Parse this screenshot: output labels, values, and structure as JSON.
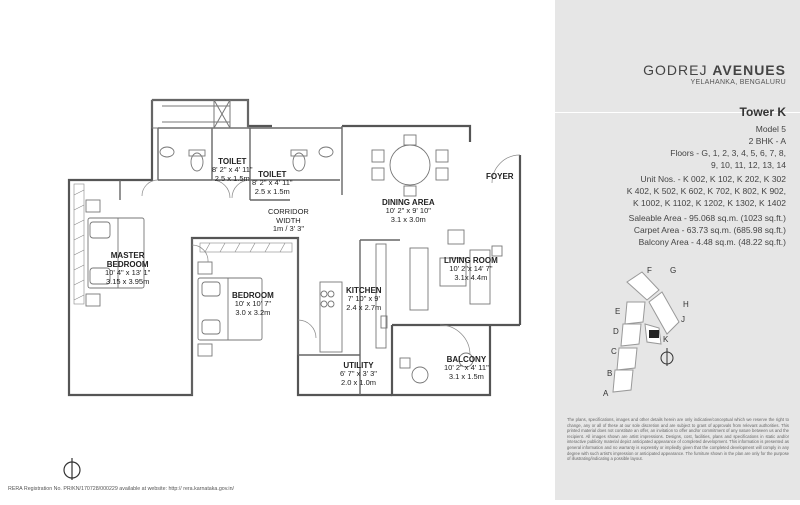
{
  "brand": {
    "name_light": "GODREJ ",
    "name_bold": "AVENUES",
    "location": "YELAHANKA, BENGALURU"
  },
  "tower": "Tower K",
  "model": "Model 5",
  "bhk": "2 BHK - A",
  "floors": [
    "Floors - G, 1, 2, 3, 4, 5, 6, 7, 8,",
    "9, 10, 11, 12, 13, 14"
  ],
  "units": [
    "Unit Nos. - K 002, K 102, K 202, K 302",
    "K 402, K 502, K 602, K 702, K 802, K 902,",
    "K 1002, K 1102, K 1202, K 1302, K 1402"
  ],
  "areas": [
    "Saleable Area - 95.068 sq.m. (1023 sq.ft.)",
    "Carpet Area - 63.73 sq.m. (685.98 sq.ft.)",
    "Balcony Area - 4.48 sq.m. (48.22 sq.ft.)"
  ],
  "rooms": {
    "toilet1": {
      "name": "TOILET",
      "imperial": "8' 2\" x 4' 11\"",
      "metric": "2.5 x 1.5m"
    },
    "toilet2": {
      "name": "TOILET",
      "imperial": "8' 2\" x 4' 11\"",
      "metric": "2.5 x 1.5m"
    },
    "corridor": {
      "name": "CORRIDOR",
      "line2": "WIDTH",
      "line3": "1m / 3' 3\""
    },
    "dining": {
      "name": "DINING AREA",
      "imperial": "10' 2\" x 9' 10\"",
      "metric": "3.1 x 3.0m"
    },
    "foyer": {
      "name": "FOYER"
    },
    "master": {
      "name": "MASTER",
      "name2": "BEDROOM",
      "imperial": "10' 4\" x 13' 1\"",
      "metric": "3.15 x 3.95m"
    },
    "living": {
      "name": "LIVING ROOM",
      "imperial": "10' 2\"x 14' 7\"",
      "metric": "3.1x 4.4m"
    },
    "kitchen": {
      "name": "KITCHEN",
      "imperial": "7' 10\" x 9'",
      "metric": "2.4 x 2.7m"
    },
    "bedroom": {
      "name": "BEDROOM",
      "imperial": "10' x 10' 7\"",
      "metric": "3.0 x 3.2m"
    },
    "utility": {
      "name": "UTILITY",
      "imperial": "6' 7\" x 3' 3\"",
      "metric": "2.0 x 1.0m"
    },
    "balcony": {
      "name": "BALCONY",
      "imperial": "10' 2\" x 4' 11\"",
      "metric": "3.1 x 1.5m"
    }
  },
  "keyplan_labels": [
    "F",
    "G",
    "E",
    "H",
    "D",
    "J",
    "C",
    "B",
    "K",
    "A"
  ],
  "disclaimer": "The plans, specifications, images and other details herein are only indicative/conceptual which we reserve the right to change, any or all of these at our sole discretion and are subject to grant of approvals from relevant authorities. This printed material does not constitute an offer, an invitation to offer and/or commitment of any nature between us and the recipient. All images shown are artist impressions. Designs, cost, facilities, plans and specifications in static and/or interactive publicity material depict anticipated appearance of completed development. This information is presented as general information and no warranty is expressly or impliedly given that the completed development will comply in any degree with such artist's impression or anticipated appearance. The furniture shown in the plan are only for the purpose of illustrating/indicating a possible layout.",
  "rera": "RERA Registration No. PR/KN/170728/000229 available at website: http:// rera.karnataka.gov.in/",
  "colors": {
    "sidebar_bg": "#e6e6e6",
    "wall": "#555555",
    "furniture": "#777777"
  }
}
